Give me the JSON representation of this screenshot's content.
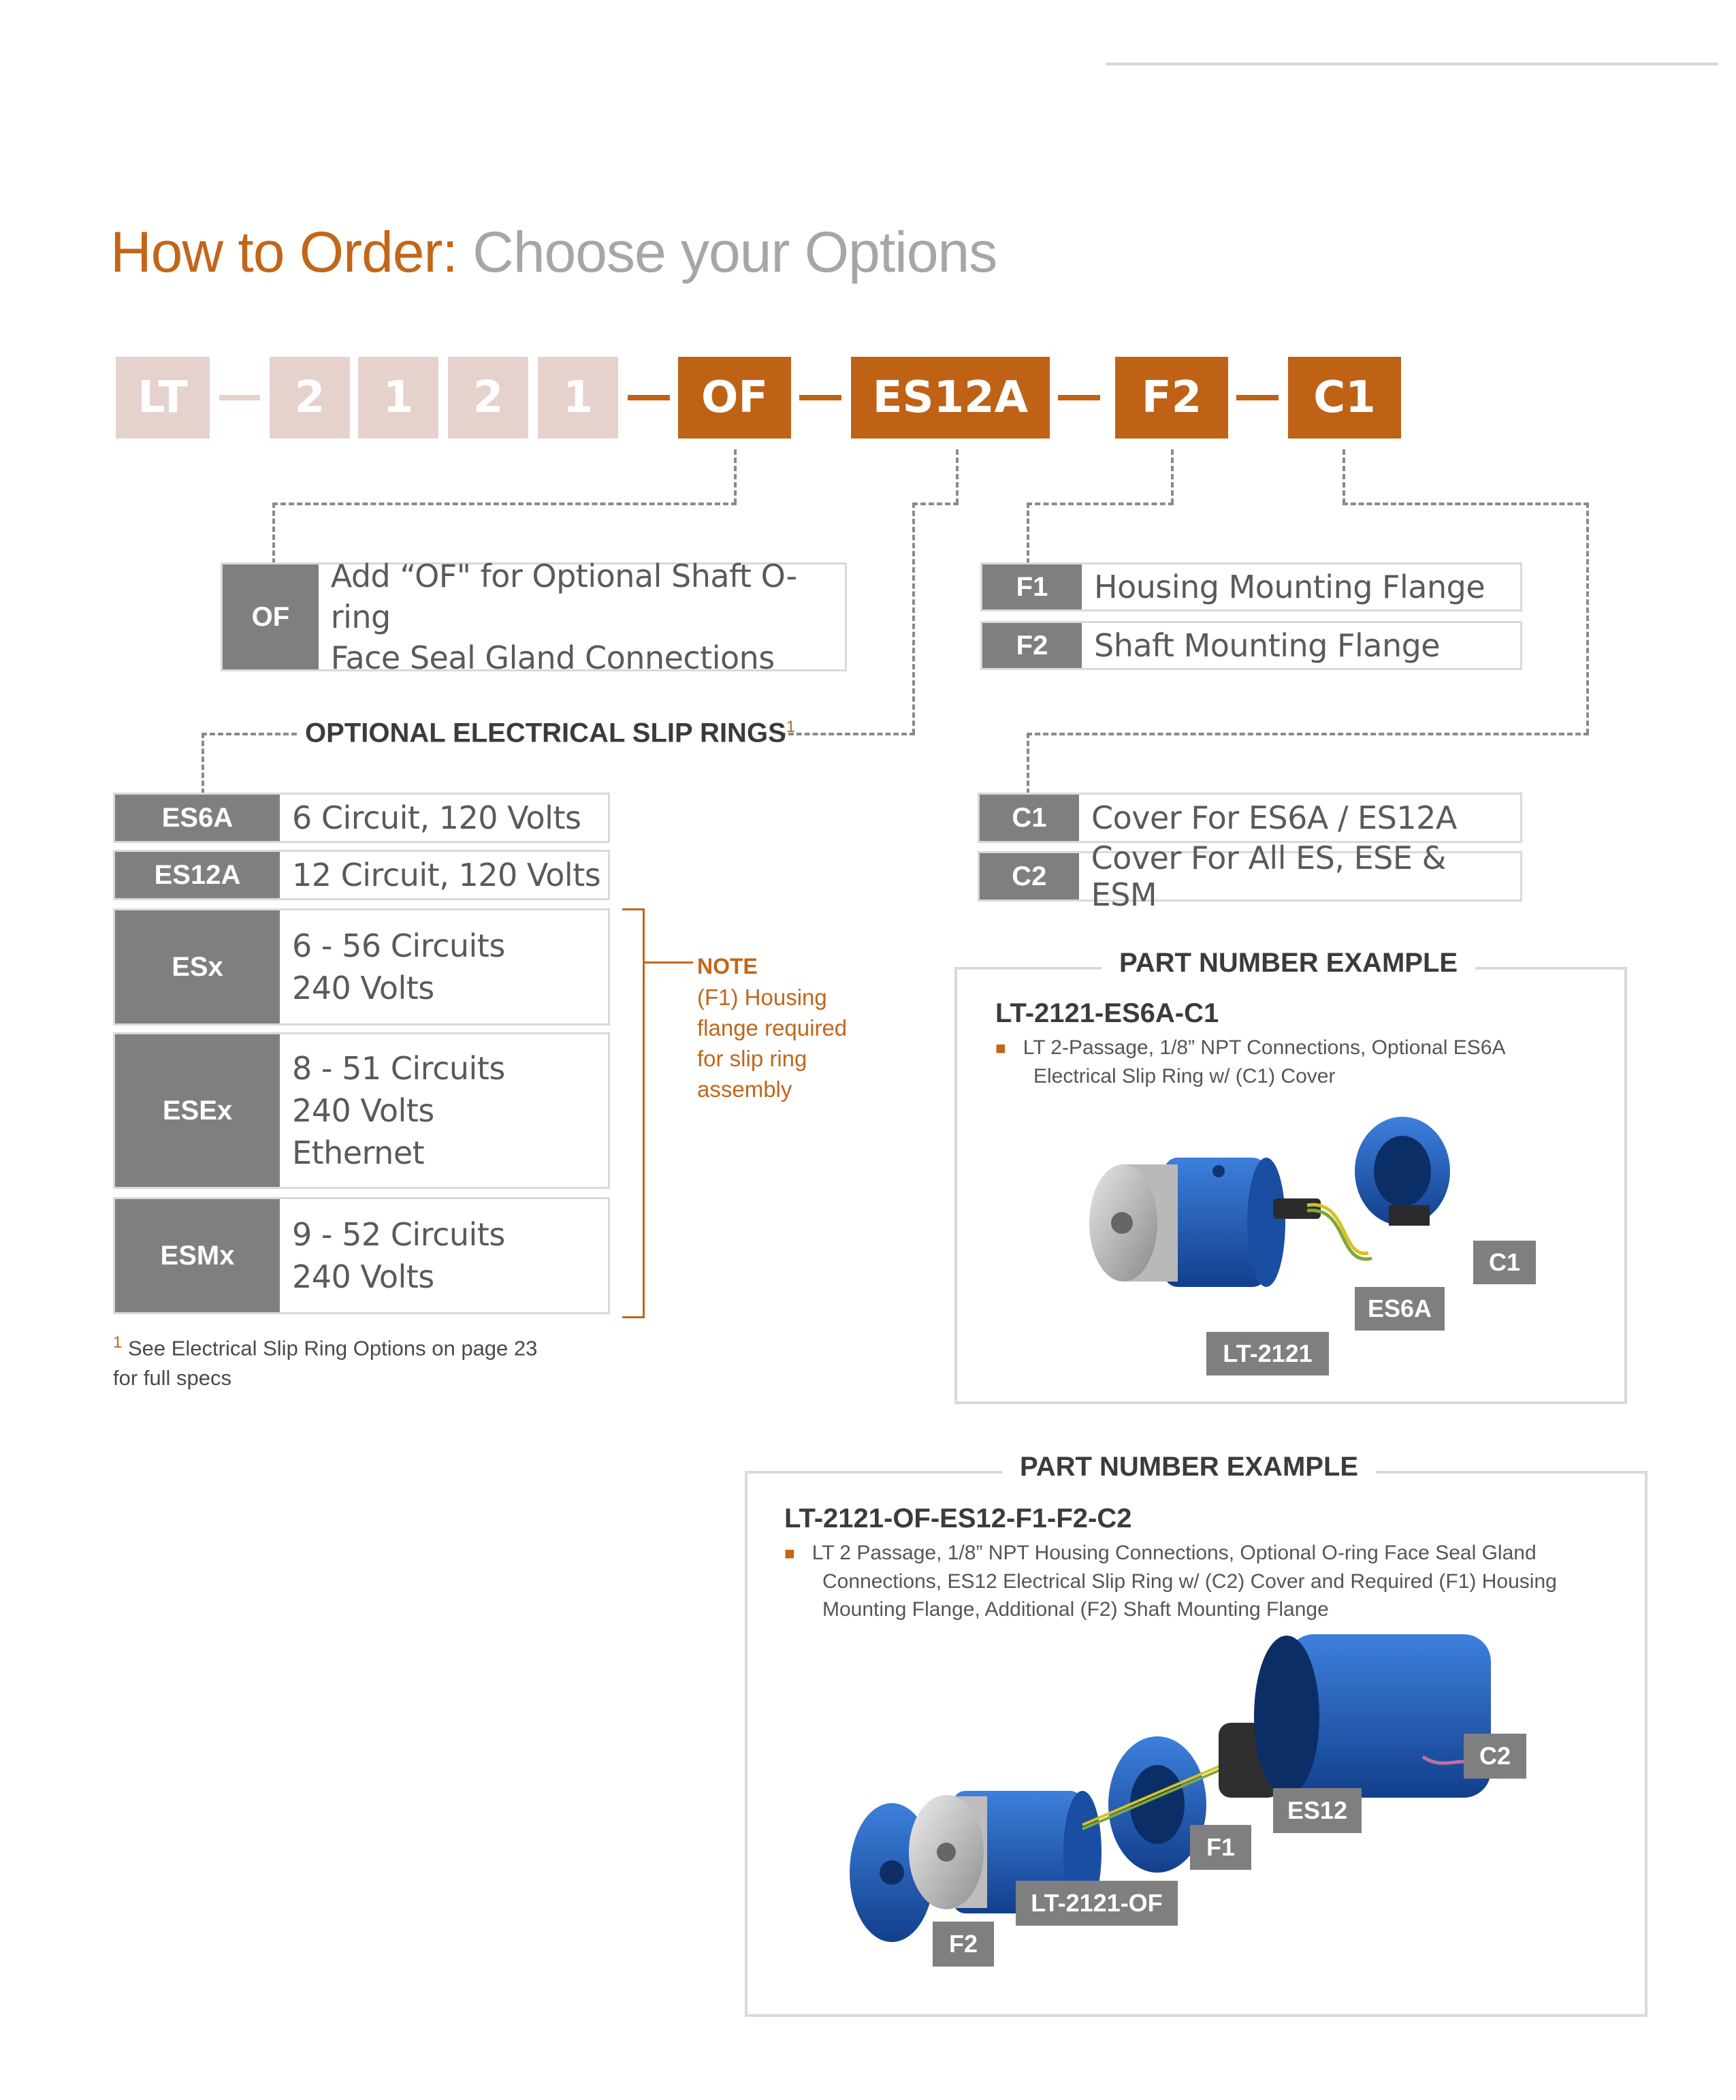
{
  "title": {
    "part1": "How to Order:",
    "part2": " Choose your Options"
  },
  "code_blocks": [
    "LT",
    "2",
    "1",
    "2",
    "1",
    "OF",
    "ES12A",
    "F2",
    "C1"
  ],
  "of_option": {
    "code": "OF",
    "line1": "Add “OF\" for Optional Shaft O-ring",
    "line2": "Face Seal Gland Connections"
  },
  "flange_options": [
    {
      "code": "F1",
      "desc": "Housing Mounting Flange"
    },
    {
      "code": "F2",
      "desc": "Shaft Mounting Flange"
    }
  ],
  "slip_rings": {
    "heading": "OPTIONAL ELECTRICAL SLIP RINGS",
    "sup": "1",
    "items": [
      {
        "code": "ES6A",
        "lines": [
          "6 Circuit, 120 Volts"
        ]
      },
      {
        "code": "ES12A",
        "lines": [
          "12 Circuit, 120 Volts"
        ]
      },
      {
        "code": "ESx",
        "lines": [
          "6 - 56 Circuits",
          "240 Volts"
        ]
      },
      {
        "code": "ESEx",
        "lines": [
          "8 - 51 Circuits",
          "240 Volts",
          "Ethernet"
        ]
      },
      {
        "code": "ESMx",
        "lines": [
          "9 - 52 Circuits",
          "240 Volts"
        ]
      }
    ]
  },
  "cover_options": [
    {
      "code": "C1",
      "desc": "Cover For ES6A / ES12A"
    },
    {
      "code": "C2",
      "desc": "Cover For All ES, ESE & ESM"
    }
  ],
  "note": {
    "heading": "NOTE",
    "lines": [
      "(F1) Housing",
      "flange required",
      "for slip ring",
      "assembly"
    ]
  },
  "footnote": {
    "sup": "1",
    "line1": " See Electrical Slip Ring Options on page 23",
    "line2": "for full specs"
  },
  "example1": {
    "heading": "PART NUMBER EXAMPLE",
    "part_number": "LT-2121-ES6A-C1",
    "desc_line1": "LT 2-Passage, 1/8” NPT Connections, Optional ES6A",
    "desc_line2": "Electrical Slip Ring w/ (C1) Cover",
    "tags": [
      "C1",
      "ES6A",
      "LT-2121"
    ]
  },
  "example2": {
    "heading": "PART NUMBER EXAMPLE",
    "part_number": "LT-2121-OF-ES12-F1-F2-C2",
    "desc_line1": "LT 2 Passage, 1/8” NPT Housing Connections, Optional O-ring Face Seal Gland",
    "desc_line2": "Connections, ES12 Electrical Slip Ring w/ (C2) Cover and Required (F1) Housing",
    "desc_line3": "Mounting Flange, Additional (F2) Shaft Mounting Flange",
    "tags": [
      "C2",
      "ES12",
      "F1",
      "LT-2121-OF",
      "F2"
    ]
  },
  "colors": {
    "accent": "#c2661a",
    "pale": "#e6d2cc",
    "code_gray": "#7f7f7f",
    "part_blue": "#1f5fb8"
  }
}
